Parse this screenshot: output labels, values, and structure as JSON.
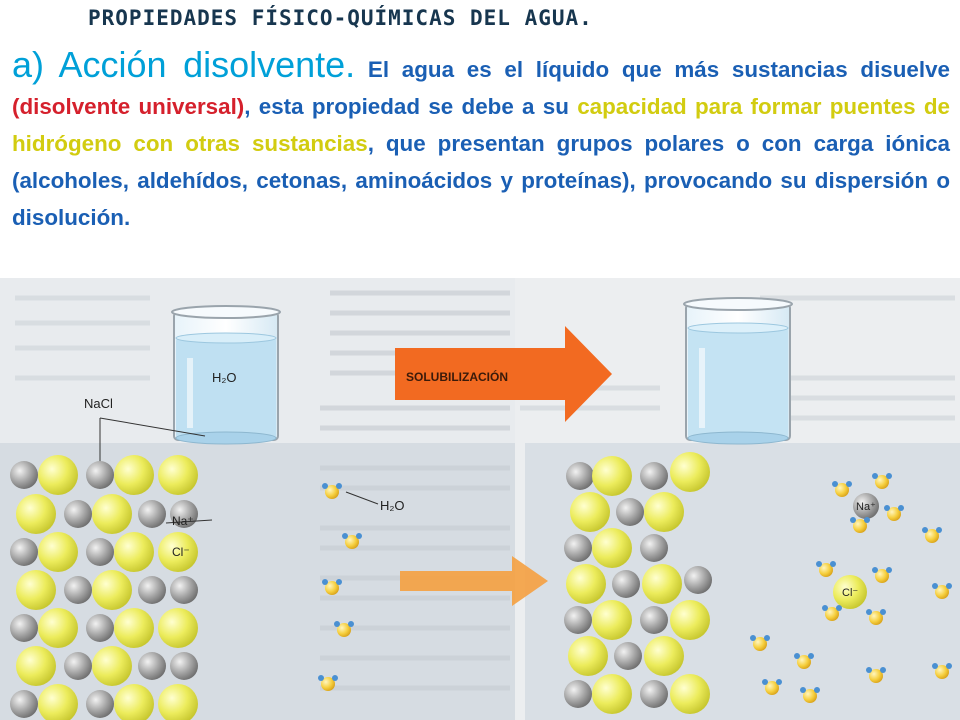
{
  "slide": {
    "title": "PROPIEDADES FÍSICO-QUÍMICAS DEL AGUA.",
    "paragraph": {
      "heading": "a) Acción disolvente.",
      "text_1": " El agua es el líquido que más sustancias disuelve ",
      "highlight_red": "(disolvente universal)",
      "text_2": ", esta propiedad se debe a su ",
      "highlight_yellow": "capacidad para formar puentes de hidrógeno con otras sustancias",
      "text_3": ", que presentan grupos polares o con carga iónica (alcoholes, aldehídos, cetonas, aminoácidos y proteínas), provocando su dispersión o disolución."
    }
  },
  "figure": {
    "beaker_label": "H₂O",
    "salt_label": "NaCl",
    "water_label": "H₂O",
    "sodium_label": "Na⁺",
    "chloride_label": "Cl⁻",
    "sodium_label_right": "Na⁺",
    "chloride_label_right": "Cl⁻",
    "arrow_label": "SOLUBILIZACIÓN"
  },
  "colors": {
    "title": "#17364f",
    "body_text": "#1a5fb4",
    "heading": "#00a0d8",
    "highlight_red": "#d5202c",
    "highlight_yellow": "#d2cc10",
    "arrow": "#f26a21",
    "sodium": "#9a9a9a",
    "chloride": "#e8e85a",
    "liquid": "#bfe0f2"
  }
}
